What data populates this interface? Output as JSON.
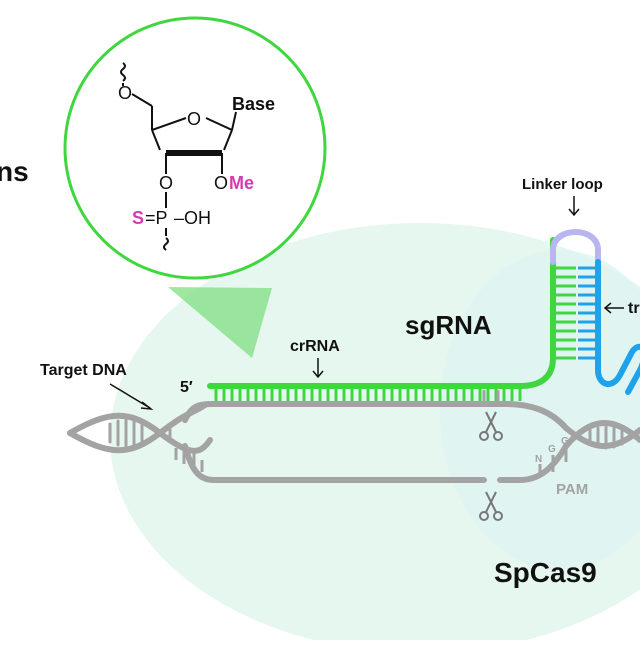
{
  "title_fragment": "ns",
  "labels": {
    "target_dna": "Target DNA",
    "five_prime": "5′",
    "crrna": "crRNA",
    "sgrna": "sgRNA",
    "linker_loop": "Linker loop",
    "tr_fragment": "tr",
    "pam": "PAM",
    "pam_n": "N",
    "pam_g1": "G",
    "pam_g2": "G",
    "spcas9": "SpCas9"
  },
  "chemistry": {
    "o_top": "O",
    "o_ring": "O",
    "base": "Base",
    "o_3prime": "O",
    "o_2prime": "O",
    "me": "Me",
    "s_atom": "S",
    "p_bond": "=P",
    "oh": "–OH"
  },
  "colors": {
    "green": "#3fd63f",
    "blue": "#1ea3ea",
    "lavender": "#b9b5f0",
    "gray": "#a3a3a3",
    "magenta": "#d63ab2",
    "cas9_fill": "#e6f7ef",
    "cone": "#7fdf82",
    "black": "#111111"
  },
  "icons": [
    "scissors-icon",
    "arrow-down-icon",
    "arrow-left-icon",
    "squiggle-bond-icon"
  ]
}
